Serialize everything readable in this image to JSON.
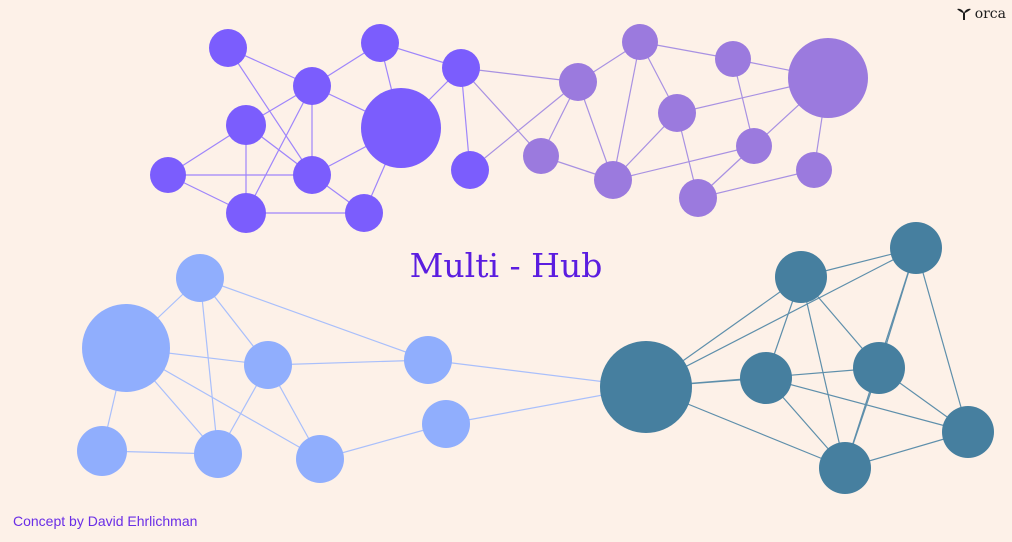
{
  "title": "Multi - Hub",
  "credit": "Concept by David Ehrlichman",
  "logo": {
    "text": "orca",
    "icon": "whale-tail-icon"
  },
  "colors": {
    "background": "#fdf1e8",
    "title": "#5b1de0",
    "credit": "#6a2ee6",
    "cluster_violet": "#7b5dfd",
    "cluster_purple": "#9b7ade",
    "cluster_lightblue": "#90aefd",
    "cluster_teal": "#467f9f"
  },
  "clusters": [
    {
      "id": "violet",
      "color": "#7b5dfd",
      "edge_color": "#9e85fb"
    },
    {
      "id": "purple",
      "color": "#9b7ade",
      "edge_color": "#a891e2"
    },
    {
      "id": "lightblue",
      "color": "#90aefd",
      "edge_color": "#a9bffb"
    },
    {
      "id": "teal",
      "color": "#467f9f",
      "edge_color": "#5e8fab"
    }
  ]
}
